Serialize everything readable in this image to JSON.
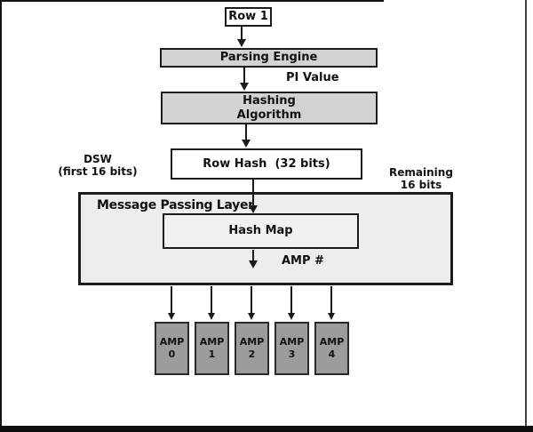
{
  "nodes": {
    "row1": "Row 1",
    "parsing_engine": "Parsing Engine",
    "hashing_line1": "Hashing",
    "hashing_line2": "Algorithm",
    "row_hash": "Row Hash  (32 bits)",
    "message_passing_layer": "Message Passing Layer",
    "hash_map": "Hash Map"
  },
  "annotations": {
    "pi_value": "PI Value",
    "dsw_line1": "DSW",
    "dsw_line2": "(first 16 bits)",
    "remaining_line1": "Remaining",
    "remaining_line2": "16 bits",
    "amp_number": "AMP #"
  },
  "amps": [
    {
      "line1": "AMP",
      "line2": "0"
    },
    {
      "line1": "AMP",
      "line2": "1"
    },
    {
      "line1": "AMP",
      "line2": "2"
    },
    {
      "line1": "AMP",
      "line2": "3"
    },
    {
      "line1": "AMP",
      "line2": "4"
    }
  ],
  "colors": {
    "node_fill_gray": "#d3d3d3",
    "mpl_fill": "#ededed",
    "hash_map_fill": "#f1f1f1",
    "amp_fill": "#9c9c9c",
    "line_color": "#1a1a1a",
    "background": "#ffffff"
  }
}
